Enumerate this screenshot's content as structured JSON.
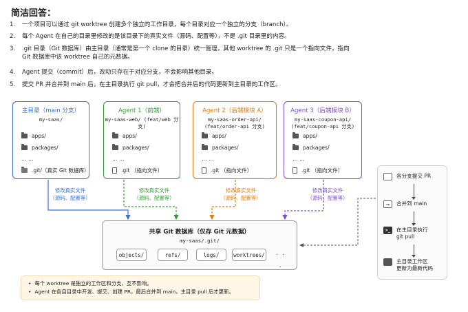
{
  "title": "简洁回答：",
  "notes": [
    {
      "num": "1.",
      "text": "一个项目可以通过 git worktree 创建多个独立的工作目录，每个目录对应一个独立的分支（branch）。"
    },
    {
      "num": "2.",
      "text": "每个 Agent 在自己的目录里修改的是该目录下的真实文件（源码、配置等），不是 .git 目录里的内容。"
    },
    {
      "num": "3.",
      "text": ".git 目录（Git 数据库）由主目录（通常是第一个 clone 的目录）统一管理，其他 worktree 的 .git 只是一个指向文件，指向\nGit 数据库中该 worktree 自己的元数据。"
    },
    {
      "num": "4.",
      "text": "Agent 提交（commit）后，改动只存在于对应分支，不会影响其他目录。"
    },
    {
      "num": "5.",
      "text": "提交 PR 并合并到 main 后，在主目录执行 git pull，才会把合并后的代码更新到主目录的工作区。"
    }
  ],
  "worktrees": [
    {
      "title": "主目录（main 分支）",
      "sub": "my-saas/",
      "color": "#3b6fd6",
      "items": [
        "apps/",
        "packages/",
        "… …"
      ],
      "git": ".git/（真实 Git 数据库）",
      "git_type": "folder",
      "edge": "修改真实文件\n（源码、配置等）"
    },
    {
      "title": "Agent 1（前端）",
      "sub": "my-saas-web/\n(feat/web 分支)",
      "color": "#3a9a3a",
      "items": [
        "apps/",
        "packages/",
        "… …"
      ],
      "git": ".git （指向文件）",
      "git_type": "file",
      "edge": "修改真实文件\n（源码、配置等）"
    },
    {
      "title": "Agent 2（后端模块 A）",
      "sub": "my-saas-order-api/\n(feat/order-api 分支)",
      "color": "#e07b1a",
      "items": [
        "apps/",
        "packages/",
        "… …"
      ],
      "git": ".git （指向文件）",
      "git_type": "file",
      "edge": "修改真实文件\n（源码、配置等）"
    },
    {
      "title": "Agent 3（后端模块 B）",
      "sub": "my-saas-coupon-api/\n(feat/coupon-api 分支)",
      "color": "#7a4fc9",
      "items": [
        "apps/",
        "packages/",
        "… …"
      ],
      "git": ".git （指向文件）",
      "git_type": "file",
      "edge": "修改真实文件\n（源码、配置等）"
    }
  ],
  "repo": {
    "title": "共享 Git 数据库（仅存 Git 元数据）",
    "sub": "my-saas/.git/",
    "chips": [
      "objects/",
      "refs/",
      "logs/",
      "worktrees/",
      "· · ·"
    ]
  },
  "tips": [
    "每个 worktree 是独立的工作区和分支，互不影响。",
    "Agent 在各自目录中开发、提交、创建 PR，最后合并到 main，主目录 pull 后才更新。"
  ],
  "flow": [
    {
      "icon": "code-icon",
      "glyph": "</>",
      "label": "各分支提交 PR"
    },
    {
      "icon": "merge-icon",
      "glyph": "⤳",
      "label": "合并到 main"
    },
    {
      "icon": "terminal-icon",
      "glyph": ">_",
      "label": "在主目录执行\ngit pull"
    },
    {
      "icon": "folder-icon",
      "glyph": "",
      "label": "主目录工作区\n更新为最新代码"
    }
  ]
}
